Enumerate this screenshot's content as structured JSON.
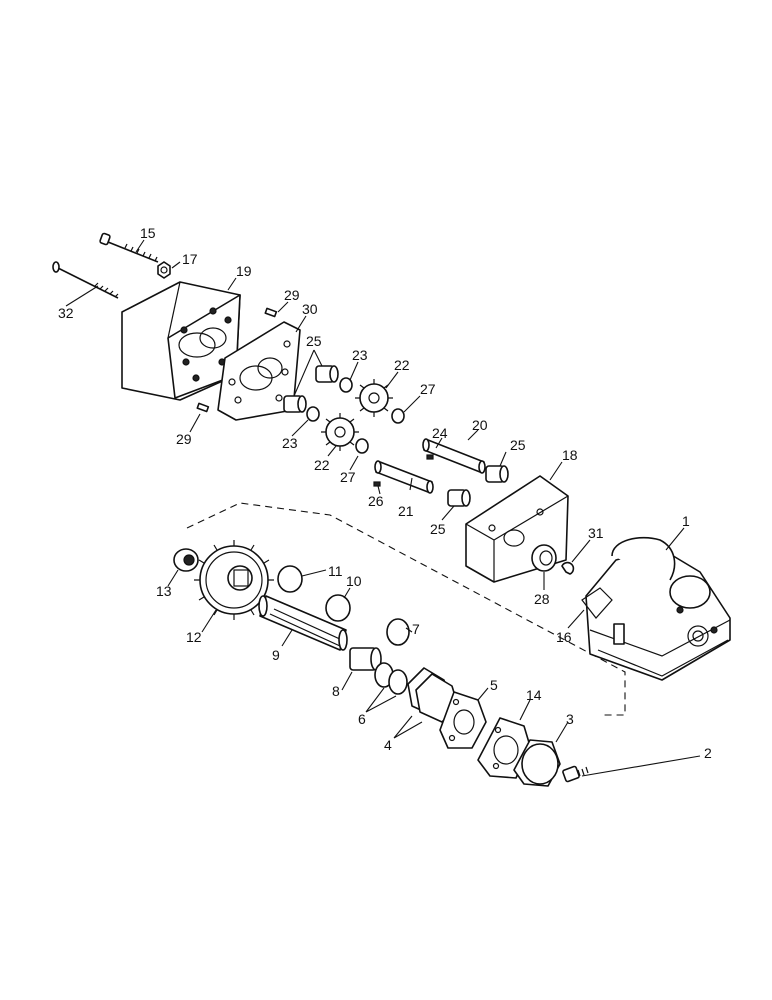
{
  "diagram": {
    "type": "exploded-parts-view",
    "callouts": [
      "1",
      "2",
      "3",
      "4",
      "5",
      "6",
      "7",
      "8",
      "9",
      "10",
      "11",
      "12",
      "13",
      "14",
      "15",
      "16",
      "17",
      "18",
      "19",
      "20",
      "21",
      "22",
      "22",
      "23",
      "23",
      "24",
      "25",
      "25",
      "25",
      "26",
      "27",
      "27",
      "28",
      "29",
      "29",
      "30",
      "31",
      "32"
    ]
  },
  "labels": {
    "l1": "1",
    "l2": "2",
    "l3": "3",
    "l4": "4",
    "l5": "5",
    "l6": "6",
    "l7": "7",
    "l8": "8",
    "l9": "9",
    "l10": "10",
    "l11": "11",
    "l12": "12",
    "l13": "13",
    "l14": "14",
    "l15": "15",
    "l16": "16",
    "l17": "17",
    "l18": "18",
    "l19": "19",
    "l20": "20",
    "l21": "21",
    "l22a": "22",
    "l22b": "22",
    "l23a": "23",
    "l23b": "23",
    "l24": "24",
    "l25a": "25",
    "l25b": "25",
    "l25c": "25",
    "l26": "26",
    "l27a": "27",
    "l27b": "27",
    "l28": "28",
    "l29a": "29",
    "l29b": "29",
    "l30": "30",
    "l31": "31",
    "l32": "32"
  }
}
